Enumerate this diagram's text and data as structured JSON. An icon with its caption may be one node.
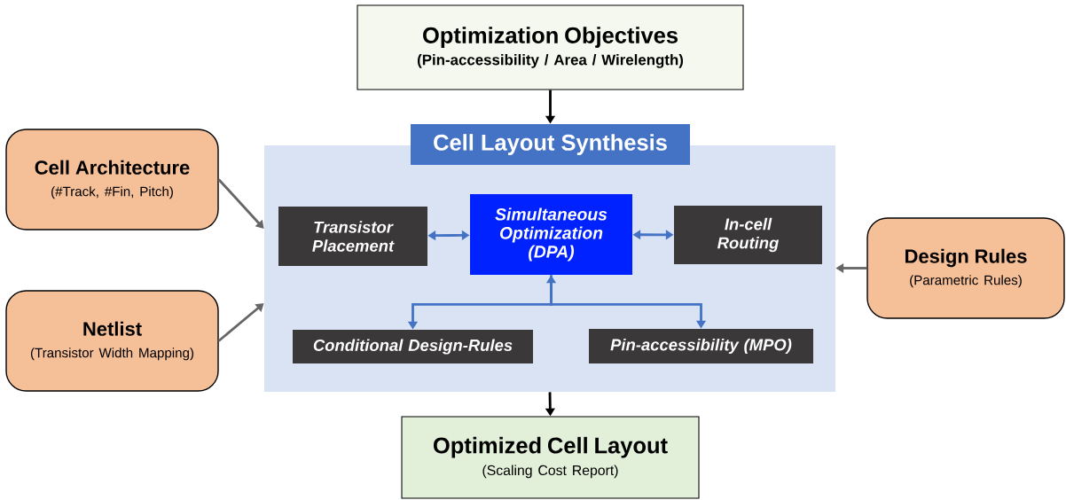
{
  "diagram": {
    "nodes": [
      {
        "text": [
          "Optimization Objectives",
          "(Pin-accessibility / Area / Wirelength)"
        ]
      },
      {
        "text": [
          "Cell Layout Synthesis"
        ]
      },
      {
        "text": [
          "Transistor Placement"
        ],
        "in": 1
      },
      {
        "text": [
          "Simultaneous Optimization (DPA)"
        ],
        "in": 1
      },
      {
        "text": [
          "In-cell Routing"
        ],
        "in": 1
      },
      {
        "text": [
          "Conditional Design-Rules"
        ],
        "in": 1
      },
      {
        "text": [
          "Pin-accessibility (MPO)"
        ],
        "in": 1
      },
      {
        "text": [
          "Cell Architecture",
          "(#Track, #Fin, Pitch)"
        ]
      },
      {
        "text": [
          "Netlist",
          "(Transistor Width Mapping)"
        ]
      },
      {
        "text": [
          "Design Rules",
          "(Parametric Rules)"
        ]
      },
      {
        "text": [
          "Optimized Cell Layout",
          "(Scaling Cost Report)"
        ]
      }
    ],
    "edges": [
      {
        "from": 0,
        "to": 1,
        "arrow": "to",
        "color": "#000000"
      },
      {
        "from": 7,
        "to": 1,
        "arrow": "to",
        "color": "#666666"
      },
      {
        "from": 8,
        "to": 1,
        "arrow": "to",
        "color": "#666666"
      },
      {
        "from": 9,
        "to": 1,
        "arrow": "to",
        "color": "#666666"
      },
      {
        "from": 2,
        "to": 3,
        "arrow": "both",
        "color": "#4472c4"
      },
      {
        "from": 3,
        "to": 4,
        "arrow": "both",
        "color": "#4472c4"
      },
      {
        "from": 3,
        "to": 5,
        "arrow": "both",
        "color": "#4472c4"
      },
      {
        "from": 3,
        "to": 6,
        "arrow": "to",
        "color": "#4472c4"
      },
      {
        "from": 1,
        "to": 10,
        "arrow": "to",
        "color": "#000000"
      }
    ]
  }
}
